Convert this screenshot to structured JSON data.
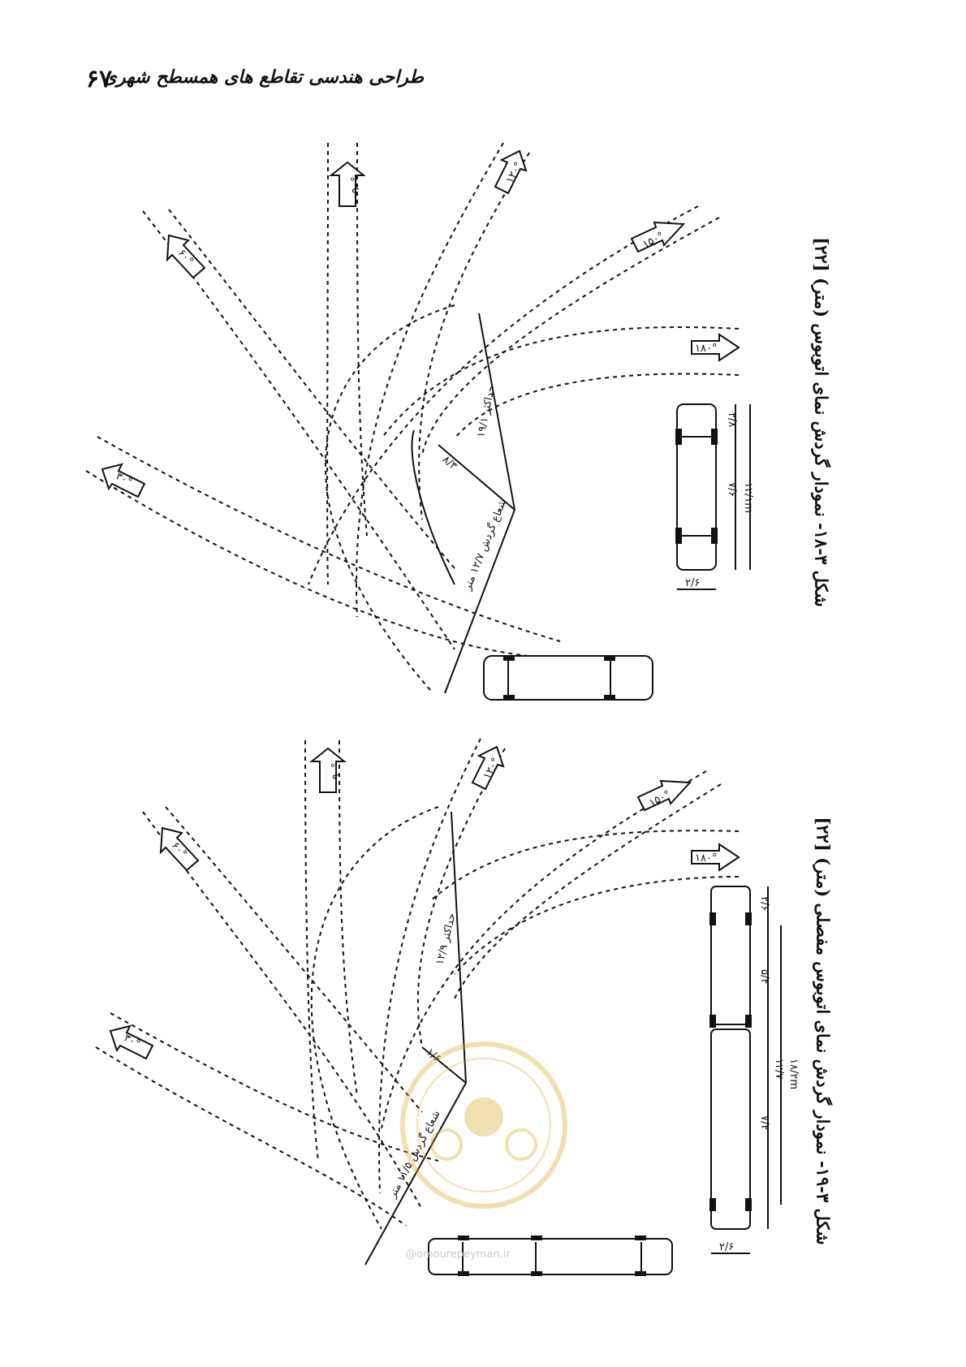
{
  "header": {
    "page_number": "۶۷",
    "title": "طراحی هندسی تقاطع های همسطح شهری"
  },
  "figure_1": {
    "caption": "شکل ۳-۱۸- نمودار گردش نمای اتوبوس (متر) [۲۲]",
    "arrows": [
      "۹۰°",
      "۱۲۰°",
      "۱۵۰°",
      "۱۸۰°",
      "۶۰°",
      "۳۰°"
    ],
    "turning_labels": [
      "حداکثر ۱۹/۱",
      "۸/۳",
      "شعاع گردش ۱۲/۷ متر"
    ],
    "vehicle_dims": [
      "۲/۸",
      "۷/۶",
      "۱۲/۱m",
      "۲/۶"
    ]
  },
  "figure_2": {
    "caption": "شکل ۳-۱۹- نمودار گردش نمای اتوبوس مفصلی (متر) [۲۲]",
    "arrows": [
      "۹۰°",
      "۱۲۰°",
      "۱۵۰°",
      "۱۸۰°",
      "۶۰°",
      "۳۰°"
    ],
    "turning_labels": [
      "حداکثر ۱۲/۹",
      "۱/۶",
      "شعاع گردش ۱۱/۵ متر"
    ],
    "vehicle_dims": [
      "۲/۶",
      "۵/۴",
      "۱۲/۷",
      "۷/۲",
      "۱۸/۲m",
      "۲/۶"
    ]
  },
  "watermark": {
    "text": "@omourepeyman.ir"
  }
}
